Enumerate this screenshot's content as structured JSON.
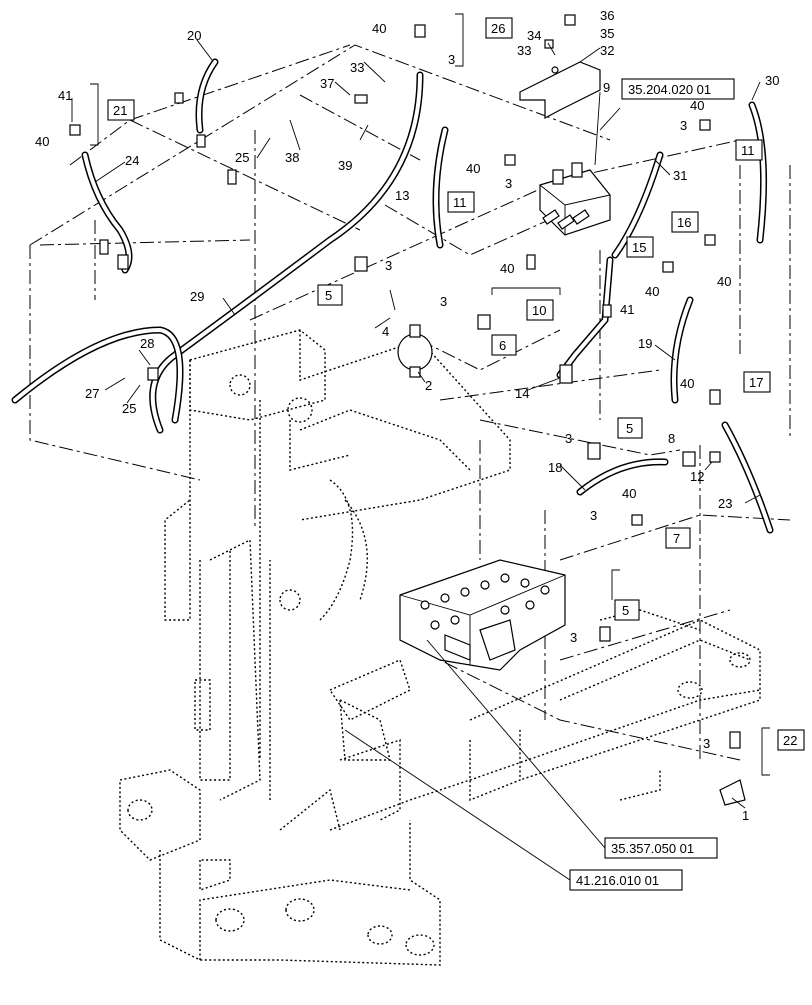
{
  "diagram": {
    "callouts": [
      "1",
      "2",
      "3",
      "4",
      "8",
      "9",
      "12",
      "13",
      "14",
      "18",
      "19",
      "20",
      "23",
      "24",
      "25",
      "27",
      "28",
      "29",
      "30",
      "31",
      "32",
      "33",
      "34",
      "35",
      "36",
      "37",
      "38",
      "39",
      "40",
      "41"
    ],
    "boxed_labels": [
      "5",
      "6",
      "7",
      "10",
      "11",
      "15",
      "16",
      "17",
      "21",
      "22",
      "26"
    ],
    "references": [
      "35.204.020 01",
      "35.357.050 01",
      "41.216.010 01"
    ]
  }
}
